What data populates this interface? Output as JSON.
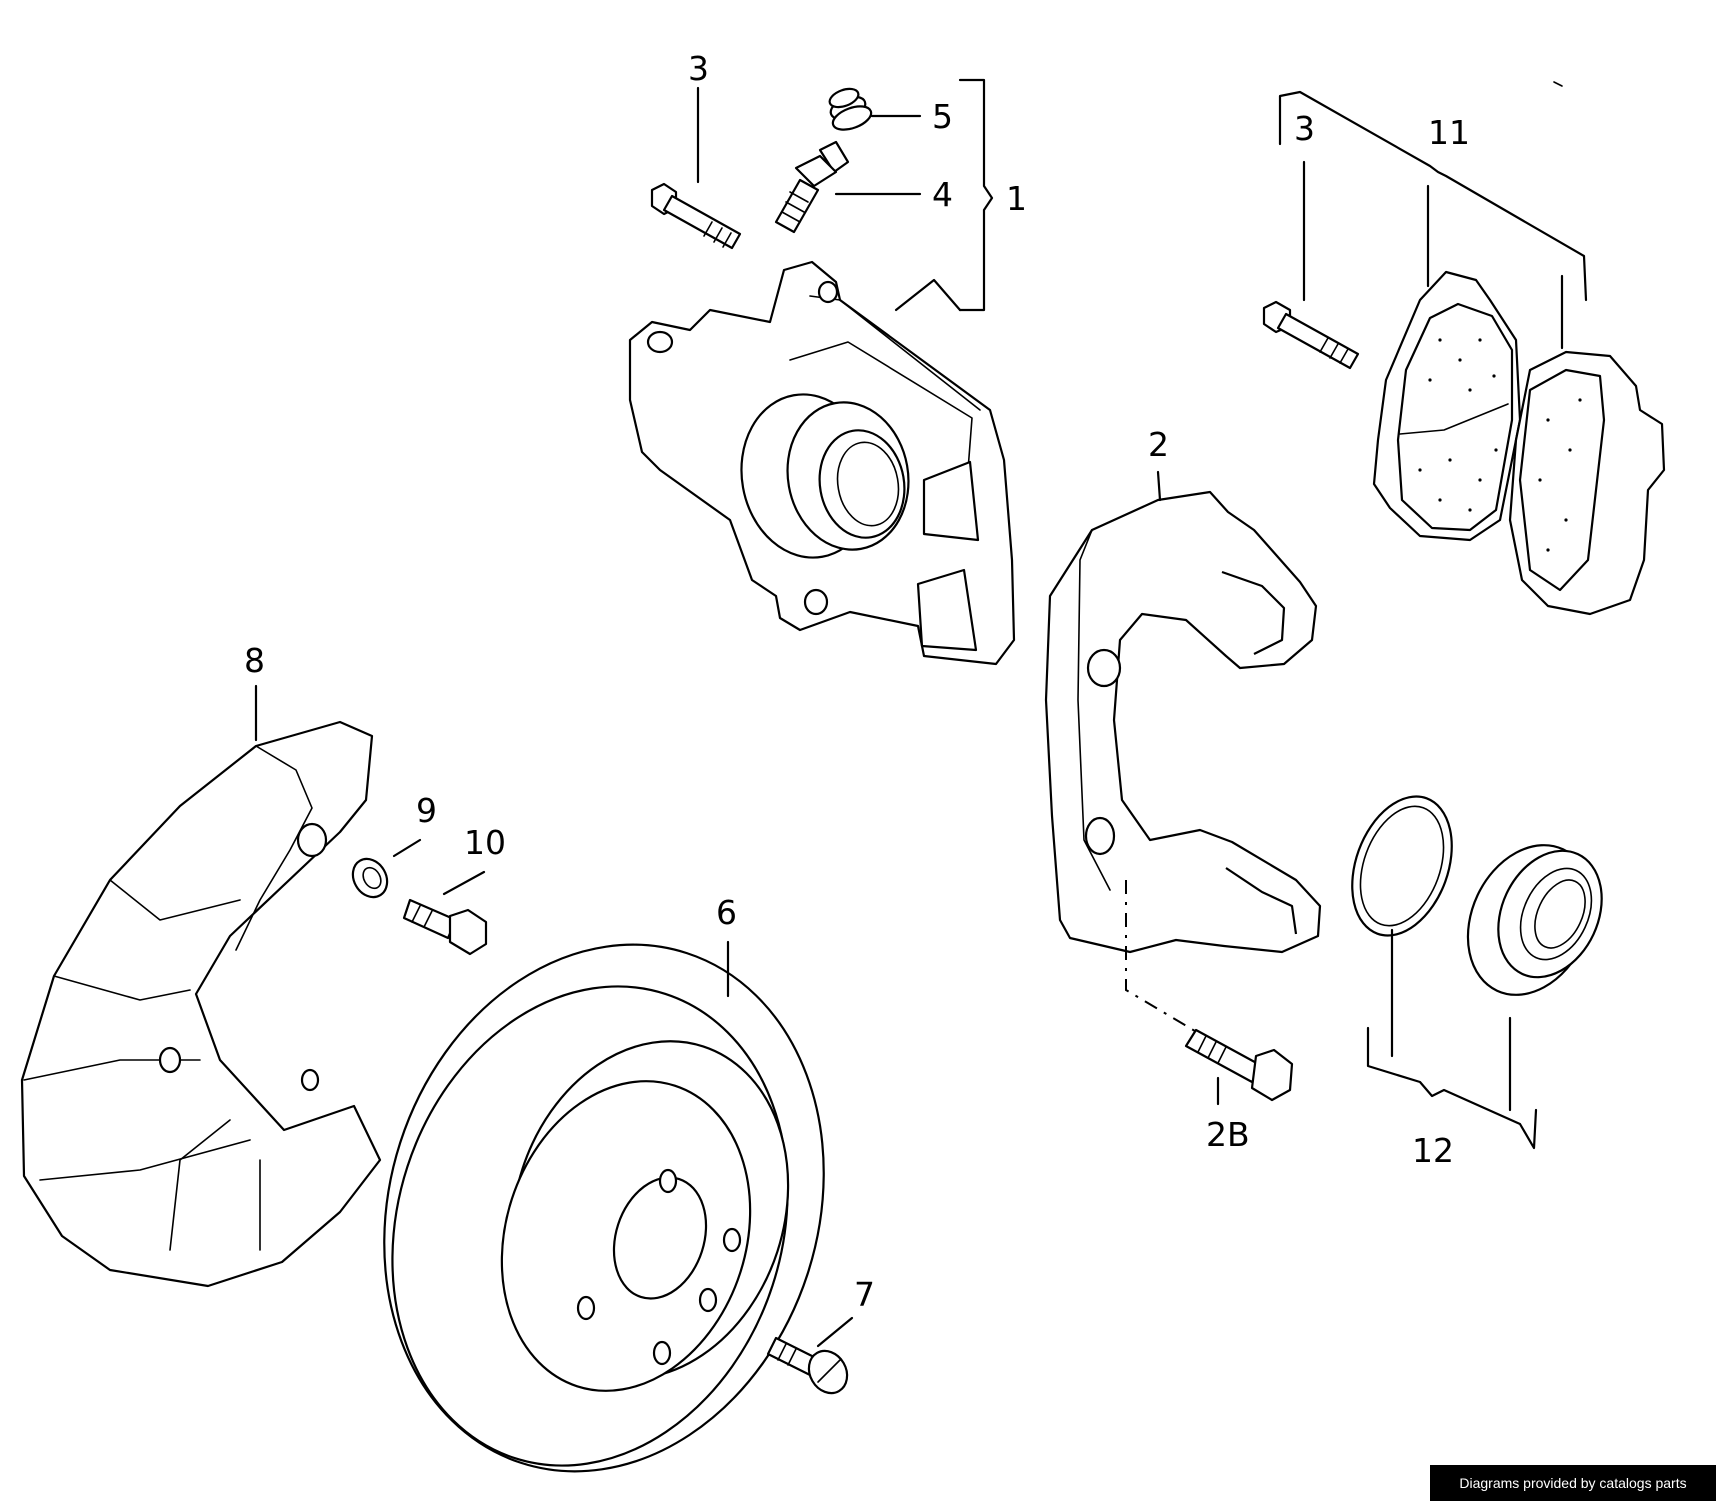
{
  "diagram": {
    "callouts": {
      "caliper_housing": "1",
      "caliper_carrier": "2",
      "carrier_bolt": "2B",
      "guide_bolt_caliper": "3",
      "guide_bolt_pads": "3",
      "bleeder_valve": "4",
      "dust_cap": "5",
      "brake_disc": "6",
      "disc_screw": "7",
      "splash_plate": "8",
      "lock_washer": "9",
      "plate_bolt": "10",
      "pad_set": "11",
      "seal_kit": "12"
    }
  },
  "footer": {
    "credit": "Diagrams provided by catalogs parts"
  }
}
